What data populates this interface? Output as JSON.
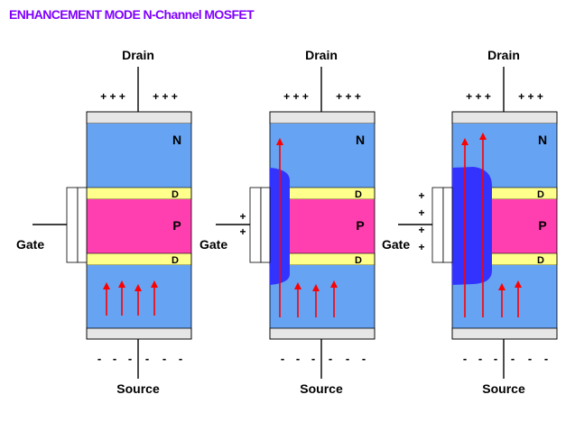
{
  "title": "ENHANCEMENT MODE N-Channel MOSFET",
  "labels": {
    "drain": "Drain",
    "source": "Source",
    "gate": "Gate",
    "n_region": "N",
    "p_region": "P",
    "depletion": "D",
    "drain_charges": "+ + +",
    "source_charges": "-",
    "gate_charge": "+"
  },
  "panels": [
    {
      "gate_charge_count": 0,
      "channel": "none"
    },
    {
      "gate_charge_count": 2,
      "channel": "partial"
    },
    {
      "gate_charge_count": 4,
      "channel": "full"
    }
  ],
  "colors": {
    "title": "#7f00ff",
    "n_region": "#66a3f2",
    "p_region": "#ff3fb0",
    "depletion": "#ffff8c",
    "channel": "#3333ff",
    "current_arrow": "#ff0000",
    "terminal": "#e6e6e6"
  }
}
